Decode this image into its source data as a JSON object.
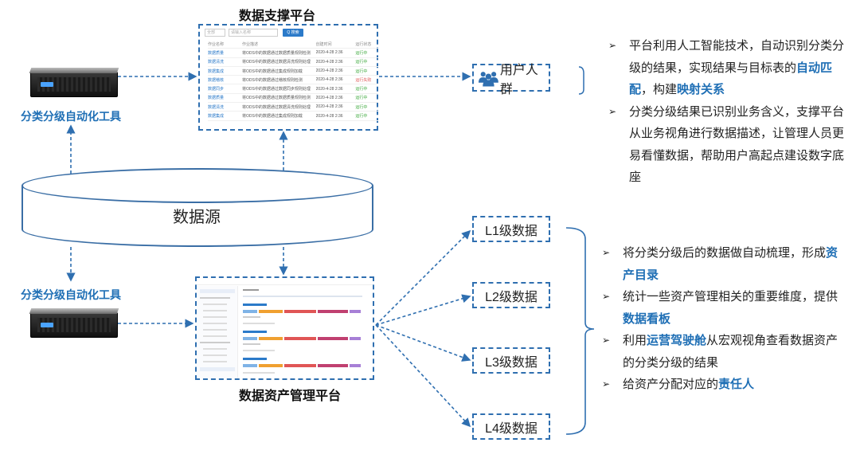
{
  "top_platform": {
    "title": "数据支撑平台",
    "search_placeholder": "请输入名称",
    "search_button": "Q 搜索",
    "columns": [
      "作业名称",
      "作业描述",
      "创建时间",
      "运行状态"
    ],
    "rows": [
      {
        "name": "数据质量",
        "desc": "将ODS中的数据通过数据质量规则检测",
        "time": "2020-4-28 2:36",
        "status": "运行中",
        "status_color": "#3aa83a"
      },
      {
        "name": "数据清洗",
        "desc": "将ODS中的数据通过数据清洗规则处理",
        "time": "2020-4-28 2:36",
        "status": "运行中",
        "status_color": "#3aa83a"
      },
      {
        "name": "数据集成",
        "desc": "将ODS中的数据通过集成规则加载",
        "time": "2020-4-28 2:36",
        "status": "运行中",
        "status_color": "#3aa83a"
      },
      {
        "name": "数据稽核",
        "desc": "将ODS中的数据通过稽核规则检测",
        "time": "2020-4-28 2:36",
        "status": "运行失败",
        "status_color": "#e05555"
      },
      {
        "name": "数据同步",
        "desc": "将ODS中的数据通过数据同步规则处理",
        "time": "2020-4-28 2:36",
        "status": "运行中",
        "status_color": "#3aa83a"
      },
      {
        "name": "数据质量",
        "desc": "将ODS中的数据通过数据质量规则检测",
        "time": "2020-4-28 2:36",
        "status": "运行中",
        "status_color": "#3aa83a"
      },
      {
        "name": "数据清洗",
        "desc": "将ODS中的数据通过数据清洗规则处理",
        "time": "2020-4-28 2:36",
        "status": "运行中",
        "status_color": "#3aa83a"
      },
      {
        "name": "数据集成",
        "desc": "将ODS中的数据通过集成规则加载",
        "time": "2020-4-28 2:36",
        "status": "运行中",
        "status_color": "#3aa83a"
      }
    ]
  },
  "tool_top_label": "分类分级自动化工具",
  "tool_bottom_label": "分类分级自动化工具",
  "data_source_label": "数据源",
  "bottom_platform": {
    "title": "数据资产管理平台"
  },
  "user_box": {
    "label": "用户人群",
    "icon": "users-icon"
  },
  "levels": [
    "L1级数据",
    "L2级数据",
    "L3级数据",
    "L4级数据"
  ],
  "top_bullets": [
    {
      "parts": [
        [
          "平台利用人工智能技术，自动识别分类分级的结果，实现结果与目标表的",
          false
        ],
        [
          "自动匹配",
          true
        ],
        [
          "，构建",
          false
        ],
        [
          "映射关系",
          true
        ]
      ]
    },
    {
      "parts": [
        [
          "分类分级结果已识别业务含义，支撑平台从业务视角进行数据描述，让管理人员更易看懂数据，帮助用户高起点建设数字底座",
          false
        ]
      ]
    }
  ],
  "bottom_bullets": [
    {
      "parts": [
        [
          "将分类分级后的数据做自动梳理，形成",
          false
        ],
        [
          "资产目录",
          true
        ]
      ]
    },
    {
      "parts": [
        [
          "统计一些资产管理相关的重要维度，提供",
          false
        ],
        [
          "数据看板",
          true
        ]
      ]
    },
    {
      "parts": [
        [
          "利用",
          false
        ],
        [
          "运营驾驶舱",
          true
        ],
        [
          "从宏观视角查看数据资产的分类分级的结果",
          false
        ]
      ]
    },
    {
      "parts": [
        [
          "给资产分配对应的",
          false
        ],
        [
          "责任人",
          true
        ]
      ]
    }
  ],
  "colors": {
    "accent": "#1f6fb5",
    "line": "#2f6fb0"
  }
}
